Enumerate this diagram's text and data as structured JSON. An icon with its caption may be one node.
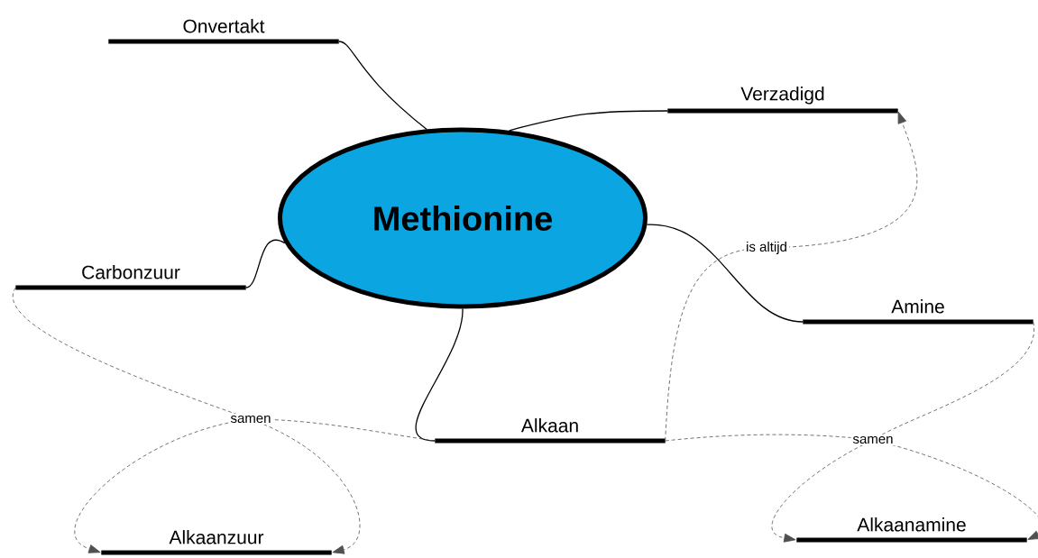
{
  "diagram": {
    "nodes": [
      {
        "text": [
          "Methionine"
        ]
      },
      {
        "text": [
          "Onvertakt"
        ]
      },
      {
        "text": [
          "Verzadigd"
        ]
      },
      {
        "text": [
          "Carbonzuur"
        ]
      },
      {
        "text": [
          "Amine"
        ]
      },
      {
        "text": [
          "Alkaan"
        ]
      },
      {
        "text": [
          "Alkaanzuur"
        ]
      },
      {
        "text": [
          "Alkaanamine"
        ]
      }
    ],
    "edges": [
      {
        "from": 0,
        "to": 1,
        "arrow": "none"
      },
      {
        "from": 0,
        "to": 2,
        "arrow": "none"
      },
      {
        "from": 0,
        "to": 3,
        "arrow": "none"
      },
      {
        "from": 0,
        "to": 4,
        "arrow": "none"
      },
      {
        "from": 0,
        "to": 5,
        "arrow": "none"
      },
      {
        "from": 5,
        "to": 2,
        "arrow": "to",
        "label": "is altijd",
        "style": "dashed"
      },
      {
        "from": 3,
        "to": 6,
        "arrow": "to",
        "label": "samen",
        "style": "dashed"
      },
      {
        "from": 5,
        "to": 6,
        "arrow": "to",
        "style": "dashed"
      },
      {
        "from": 5,
        "to": 7,
        "arrow": "to",
        "label": "samen",
        "style": "dashed"
      },
      {
        "from": 4,
        "to": 7,
        "arrow": "to",
        "style": "dashed"
      }
    ]
  }
}
